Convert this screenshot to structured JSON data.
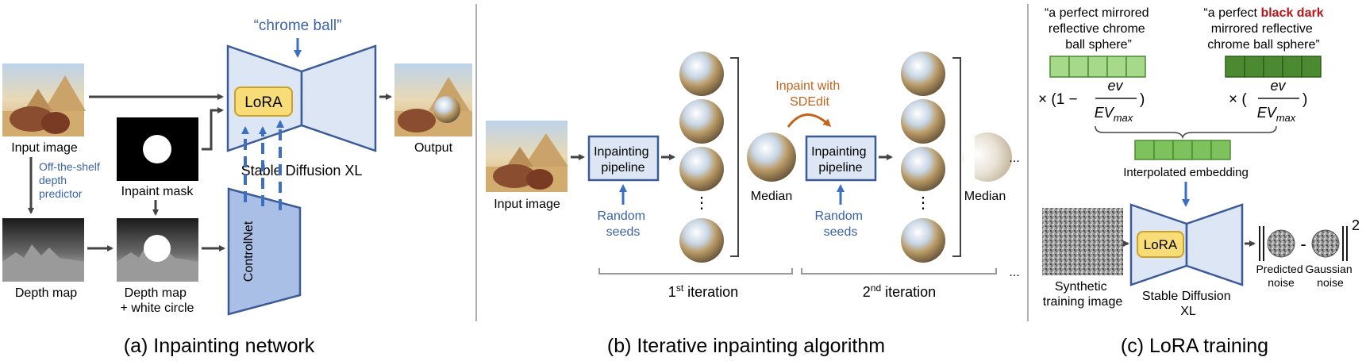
{
  "colors": {
    "box_fill": "#dde6f5",
    "box_stroke": "#3b5a96",
    "blue_text": "#3a63a8",
    "orange_text": "#c2641c",
    "red_text": "#b8151a",
    "lora_fill": "#f7dc78",
    "lora_stroke": "#c9a227",
    "controlnet_fill": "#a9bfe6",
    "embed_light": "#a6d98a",
    "embed_dark": "#4c8a32",
    "arrow_gray": "#444444",
    "arrow_blue": "#3a6fc4",
    "divider": "#b0b0b0"
  },
  "panel_a": {
    "caption": "(a) Inpainting network",
    "prompt": "“chrome ball”",
    "input_image_label": "Input image",
    "depth_predictor_label": [
      "Off-the-shelf",
      "depth",
      "predictor"
    ],
    "inpaint_mask_label": "Inpaint mask",
    "lora_label": "LoRA",
    "sd_label": "Stable Diffusion XL",
    "output_label": "Output",
    "controlnet_label": "ControlNet",
    "depth_map_label": "Depth map",
    "depth_circle_label": [
      "Depth map",
      "+ white circle"
    ]
  },
  "panel_b": {
    "caption": "(b) Iterative inpainting algorithm",
    "input_image_label": "Input image",
    "pipeline_label": [
      "Inpainting",
      "pipeline"
    ],
    "random_seeds_label": [
      "Random",
      "seeds"
    ],
    "median_label": "Median",
    "sdedit_label": [
      "Inpaint with",
      "SDEdit"
    ],
    "iter1": {
      "num": "1",
      "sup": "st",
      "text": " iteration"
    },
    "iter2": {
      "num": "2",
      "sup": "nd",
      "text": " iteration"
    },
    "vdots": "⋮",
    "ellipsis": "..."
  },
  "panel_c": {
    "caption": "(c) LoRA training",
    "prompt_left": [
      "“a perfect mirrored",
      "reflective chrome",
      "ball sphere”"
    ],
    "prompt_right_pre": "“a perfect ",
    "prompt_right_highlight": "black dark",
    "prompt_right_rest": [
      "mirrored reflective",
      "chrome ball sphere”"
    ],
    "formula_left": "× (1 −",
    "formula_right": "× (",
    "ev": "ev",
    "evmax": "EV",
    "evmax_sub": "max",
    "close_paren": ")",
    "interpolated_label": "Interpolated embedding",
    "lora_label": "LoRA",
    "synthetic_label": [
      "Synthetic",
      "training image"
    ],
    "sd_label": [
      "Stable Diffusion",
      "XL"
    ],
    "predicted_label": [
      "Predicted",
      "noise"
    ],
    "gaussian_label": [
      "Gaussian",
      "noise"
    ],
    "minus": "-",
    "norm_exp": "2"
  }
}
